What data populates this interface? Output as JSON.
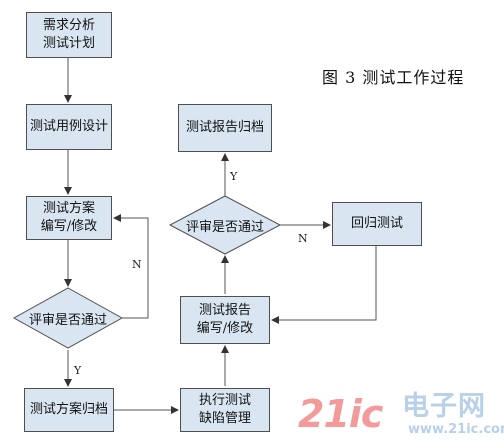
{
  "caption": "图 3 测试工作过程",
  "nodes": {
    "req": "需求分析\n测试计划",
    "case": "测试用例设计",
    "plan": "测试方案\n编写/修改",
    "review1": "评审是否通过",
    "archive": "测试方案归档",
    "exec": "执行测试\n缺陷管理",
    "report_edit": "测试报告\n编写/修改",
    "review2": "评审是否通过",
    "report_archive": "测试报告归档",
    "regress": "回归测试"
  },
  "edge_labels": {
    "y1": "Y",
    "n1": "N",
    "y2": "Y",
    "n2": "N"
  },
  "watermark": {
    "number": "21ic",
    "text": "电子网",
    "url": "www.21ic.com"
  },
  "colors": {
    "box_fill": "#d9e6f2",
    "line": "#4f4f4f",
    "watermark_red": "#f39a9a",
    "watermark_blue": "#b8d0e8"
  }
}
